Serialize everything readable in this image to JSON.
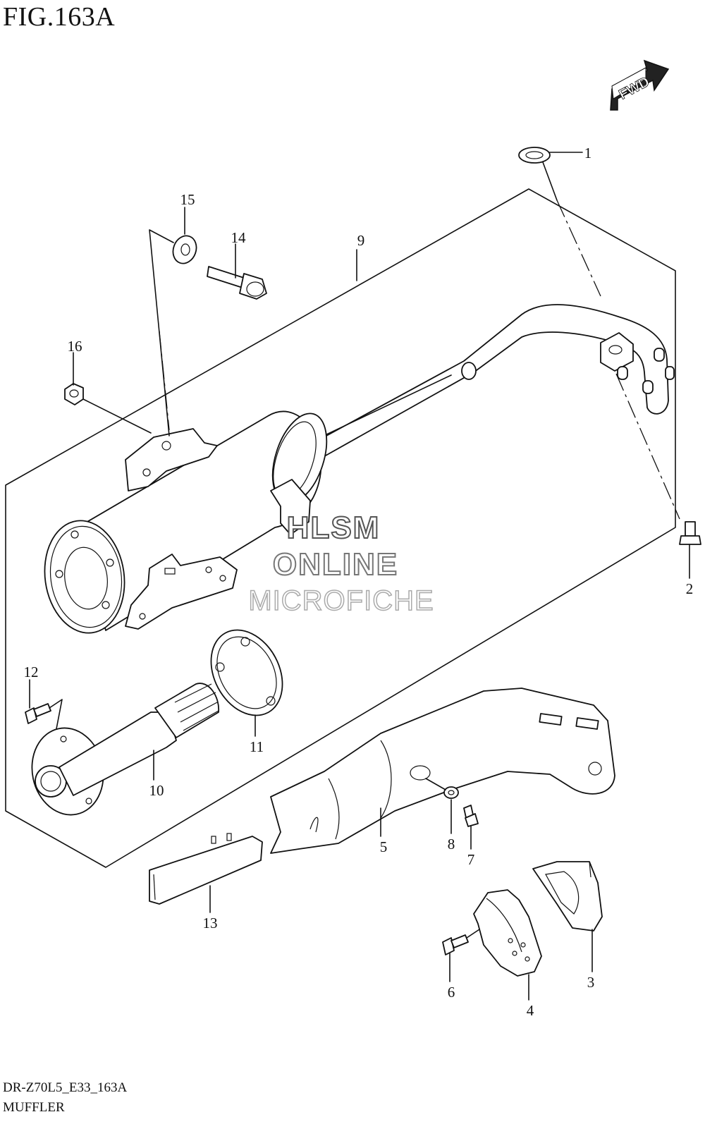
{
  "figure": {
    "title": "FIG.163A"
  },
  "footer": {
    "model_code": "DR-Z70L5_E33_163A",
    "section": "MUFFLER"
  },
  "direction_badge": {
    "label": "FWD",
    "icon": "forward-arrow-icon"
  },
  "watermark": {
    "line1": "HLSM",
    "line2": "ONLINE",
    "line3": "MICROFICHE"
  },
  "callouts": [
    {
      "id": "callout-1",
      "number": "1"
    },
    {
      "id": "callout-2",
      "number": "2"
    },
    {
      "id": "callout-3",
      "number": "3"
    },
    {
      "id": "callout-4",
      "number": "4"
    },
    {
      "id": "callout-5",
      "number": "5"
    },
    {
      "id": "callout-6",
      "number": "6"
    },
    {
      "id": "callout-7",
      "number": "7"
    },
    {
      "id": "callout-8",
      "number": "8"
    },
    {
      "id": "callout-9",
      "number": "9"
    },
    {
      "id": "callout-10",
      "number": "10"
    },
    {
      "id": "callout-11",
      "number": "11"
    },
    {
      "id": "callout-12",
      "number": "12"
    },
    {
      "id": "callout-13",
      "number": "13"
    },
    {
      "id": "callout-14",
      "number": "14"
    },
    {
      "id": "callout-15",
      "number": "15"
    },
    {
      "id": "callout-16",
      "number": "16"
    }
  ]
}
